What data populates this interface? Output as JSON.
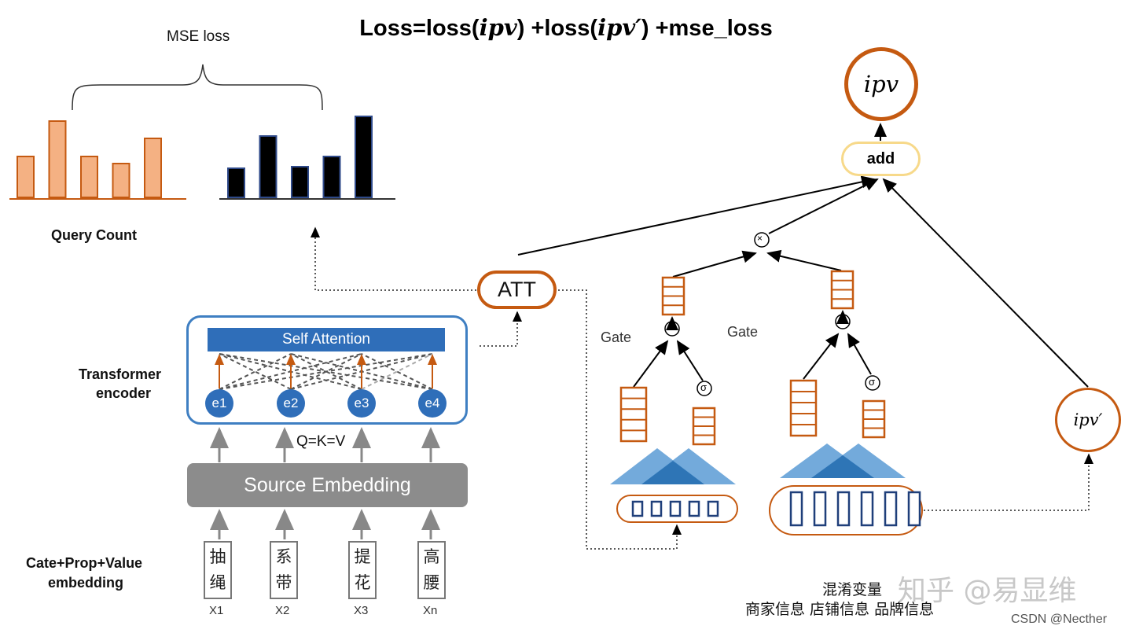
{
  "title": {
    "prefix": "Loss=loss(",
    "ipv1": "ipv",
    ") +loss(": ") +loss(",
    "ipv2": "ipv′",
    "suffix": ") +mse_loss"
  },
  "mse_label": "MSE loss",
  "query_count_label": "Query Count",
  "left_chart": {
    "values": [
      52,
      97,
      52,
      43,
      75
    ],
    "color": "#f4b183",
    "stroke": "#c55a11"
  },
  "right_chart": {
    "values": [
      37,
      78,
      39,
      52,
      103
    ],
    "color": "#000000",
    "stroke": "#2f4a8a"
  },
  "transformer_label": [
    "Transformer",
    "encoder"
  ],
  "self_attention": "Self Attention",
  "nodes": [
    "e1",
    "e2",
    "e3",
    "e4"
  ],
  "qkv": "Q=K=V",
  "source_embedding": "Source Embedding",
  "tokens": [
    [
      "抽",
      "绳"
    ],
    [
      "系",
      "带"
    ],
    [
      "提",
      "花"
    ],
    [
      "高",
      "腰"
    ]
  ],
  "xlabels": [
    "X1",
    "X2",
    "X3",
    "Xn"
  ],
  "embed_label": [
    "Cate+Prop+Value",
    "embedding"
  ],
  "att": "ATT",
  "add": "add",
  "ipv_top": "ipv",
  "ipv_prime": "ipv′",
  "gate_labels": [
    "Gate",
    "Gate"
  ],
  "multiply": "×",
  "sigma": "σ",
  "confounders": [
    "混淆变量",
    "商家信息 店铺信息 品牌信息"
  ],
  "watermark": "知乎 @易显维",
  "csdn": "CSDN @Necther"
}
